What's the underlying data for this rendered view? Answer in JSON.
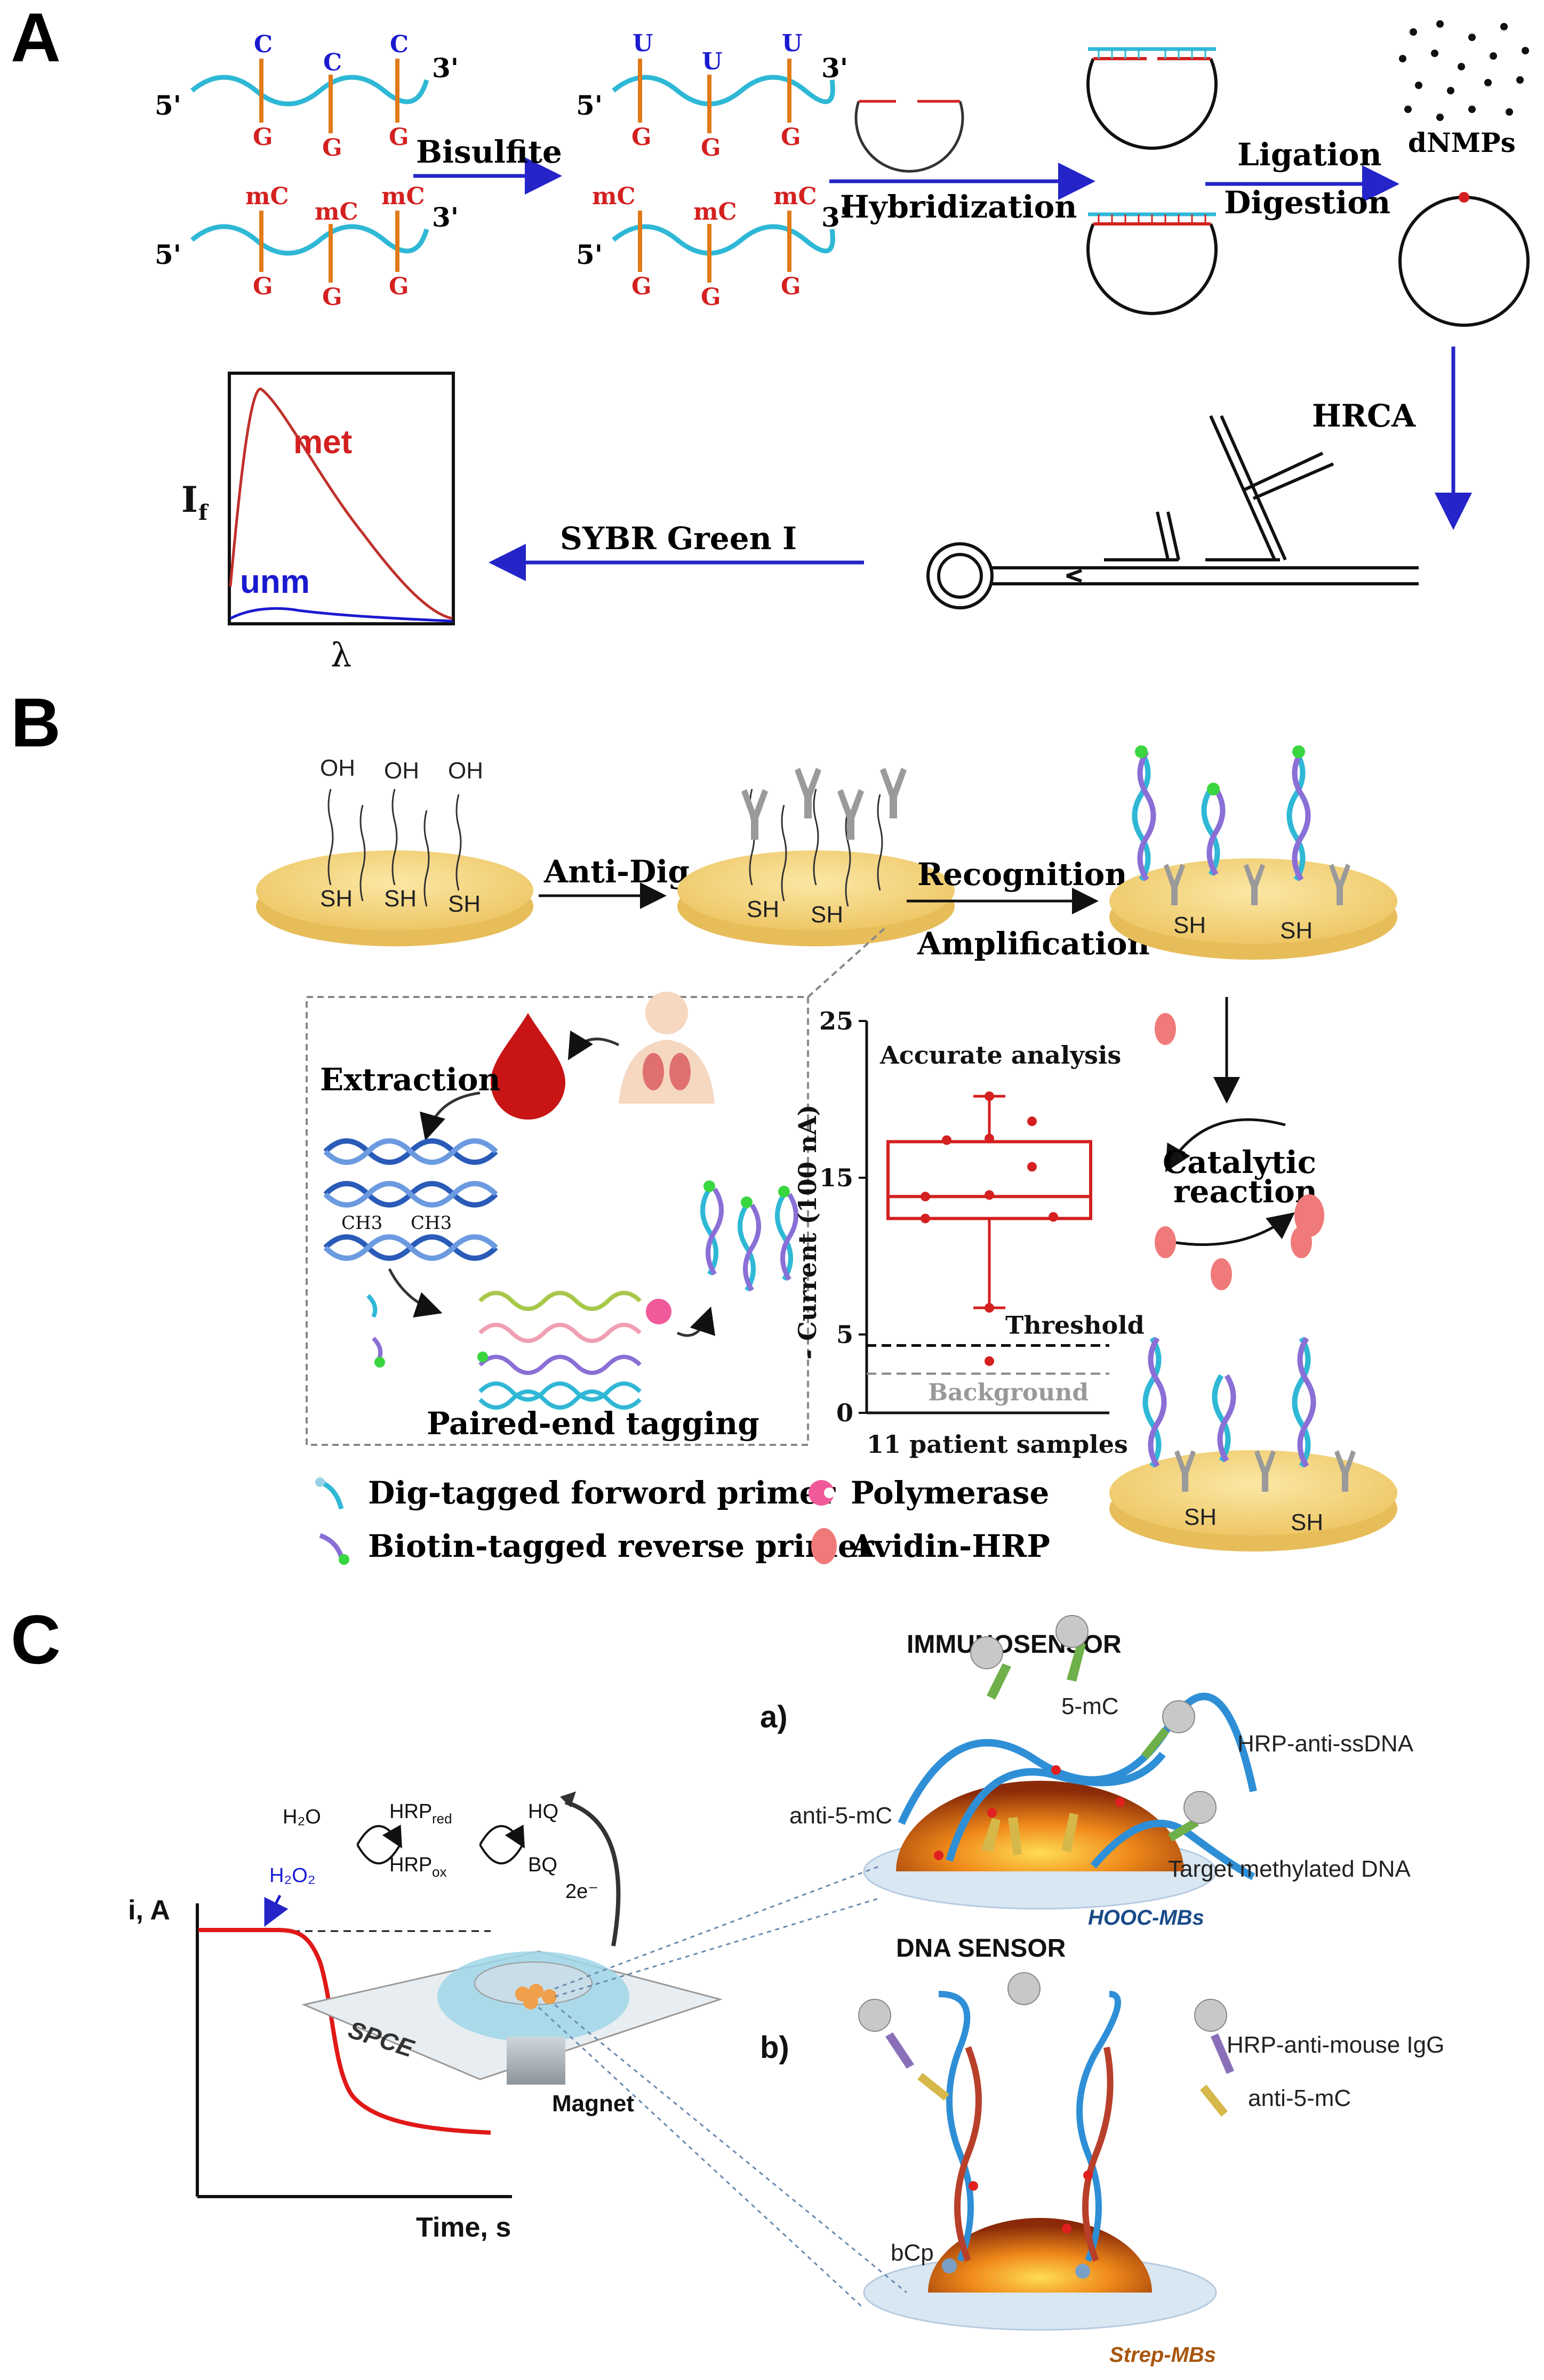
{
  "panels": {
    "a": "A",
    "b": "B",
    "c": "C"
  },
  "panel_a": {
    "strand_top_bases": [
      "C",
      "C",
      "C"
    ],
    "strand_bottom_bases": [
      "G",
      "G",
      "G"
    ],
    "strand_methyl_bases": [
      "mC",
      "mC",
      "mC"
    ],
    "converted_bases": [
      "U",
      "U",
      "U"
    ],
    "end_5": "5'",
    "end_3": "3'",
    "arrow1": "Bisulfite",
    "arrow2": "Hybridization",
    "arrow3_top": "Ligation",
    "arrow3_bottom": "Digestion",
    "dnmps": "dNMPs",
    "hrca": "HRCA",
    "sybr": "SYBR Green I",
    "plot_met": "met",
    "plot_unm": "unm",
    "plot_ylabel": "I",
    "plot_ylabel_sub": "f",
    "plot_xlabel": "λ"
  },
  "panel_b": {
    "anti_dig": "Anti-Dig",
    "recognition": "Recognition",
    "amplification": "Amplification",
    "extraction": "Extraction",
    "ch3_1": "CH3",
    "ch3_2": "CH3",
    "paired_end": "Paired-end tagging",
    "catalytic_1": "Catalytic",
    "catalytic_2": "reaction",
    "legend": [
      {
        "label": "Dig-tagged forword primer"
      },
      {
        "label": "Biotin-tagged reverse primer"
      },
      {
        "label": "Polymerase"
      },
      {
        "label": "Avidin-HRP"
      }
    ],
    "sh": "SH",
    "oh": "OH"
  },
  "chart_data": {
    "type": "box",
    "title": "Accurate analysis",
    "ylabel": "- Current (100 nA)",
    "xlabel": "11 patient samples",
    "ylim": [
      0,
      25
    ],
    "yticks": [
      "0",
      "5",
      "15",
      "25"
    ],
    "box": {
      "min": 6.7,
      "q1": 12.4,
      "median": 13.8,
      "q3": 17.3,
      "max": 20.2
    },
    "points": [
      20.2,
      18.6,
      17.4,
      17.5,
      15.7,
      13.9,
      13.8,
      12.5,
      12.4,
      6.7,
      3.3
    ],
    "threshold": {
      "label": "Threshold",
      "value": 4.3
    },
    "background": {
      "label": "Background",
      "value": 2.5
    },
    "colors": {
      "box": "#d42020",
      "threshold": "#000000",
      "background": "#888888"
    }
  },
  "panel_c": {
    "immunosensor": "IMMUNOSENSOR",
    "a_label": "a)",
    "five_mc": "5-mC",
    "hrp_anti_ssdna": "HRP-anti-ssDNA",
    "anti_5mc_a": "anti-5-mC",
    "target": "Target methylated DNA",
    "hooc": "HOOC-MBs",
    "dna_sensor": "DNA SENSOR",
    "b_label": "b)",
    "hrp_anti_mouse": "HRP-anti-mouse IgG",
    "anti_5mc_b": "anti-5-mC",
    "bcp": "bCp",
    "strep": "Strep-MBs",
    "h2o": "H₂O",
    "h2o2": "H₂O₂",
    "hrp_red": "HRP",
    "hrp_red_sub": "red",
    "hrp_ox": "HRP",
    "hrp_ox_sub": "ox",
    "hq": "HQ",
    "bq": "BQ",
    "electrons": "2e⁻",
    "ylabel": "i, A",
    "xlabel": "Time, s",
    "spce": "SPCE",
    "magnet": "Magnet"
  },
  "colors": {
    "dna": "#2fb8d6",
    "base_stick": "#e07a1a",
    "arrow": "#2424c8",
    "gold": "#f1d27a",
    "gold_edge": "#d9b24c",
    "red": "#d42020",
    "blue": "#1a1ad0"
  }
}
